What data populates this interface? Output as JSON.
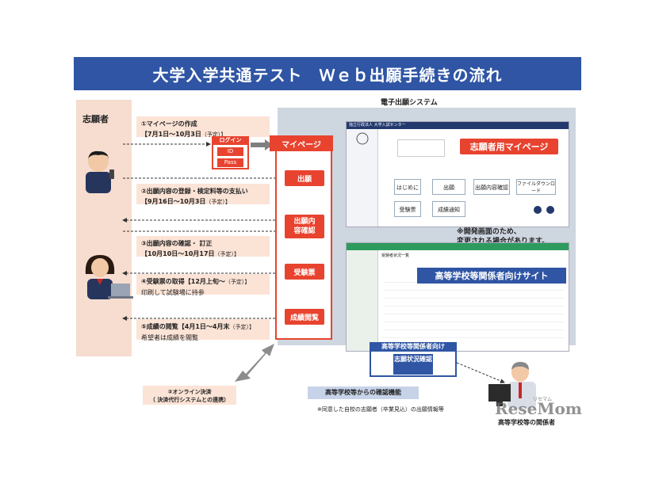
{
  "title": "大学入学共通テスト　Ｗｅｂ出願手続きの流れ",
  "applicant_label": "志願者",
  "system_label": "電子出願システム",
  "steps": [
    {
      "title": "①マイページの作成",
      "period": "【7月1日～10月3日",
      "suffix": "（予定）】"
    },
    {
      "title": "②出願内容の登録・検定料等の支払い",
      "period": "【9月16日～10月3日",
      "suffix": "（予定）】"
    },
    {
      "title": "③出願内容の確認・ 訂正",
      "period": "【10月10日～10月17日",
      "suffix": "（予定）】"
    },
    {
      "title": "④受験票の取得【12月上旬～",
      "period": "印刷して試験場に持参",
      "suffix": "（予定）】"
    },
    {
      "title": "⑤成績の閲覧【4月1日～4月末",
      "period": "希望者は成績を閲覧",
      "suffix": "（予定）】"
    }
  ],
  "login": {
    "head": "ログイン",
    "id": "ID",
    "pass": "Pass"
  },
  "mypage": {
    "head": "マイページ",
    "buttons": [
      "出願",
      "出願内容確認",
      "受験票",
      "成績閲覧"
    ]
  },
  "screen1": {
    "banner": "志願者用マイページ",
    "header_text": "独立行政法人 大学入試センター",
    "tiles": [
      "はじめに",
      "出願",
      "出願内容確認",
      "ファイルダウンロード",
      "受験票",
      "成績通知"
    ]
  },
  "dev_note": [
    "※開発画面のため、",
    "変更される場合があります。"
  ],
  "screen2": {
    "banner": "高等学校等関係者向けサイト",
    "list_title": "受験者状況一覧"
  },
  "hs_box": {
    "head": "高等学校等関係者向け",
    "button": "志願状況確認"
  },
  "online_payment": {
    "line1": "②オンライン決済",
    "line2": "（ 決済代行システムとの連携）"
  },
  "hs_function": {
    "label": "高等学校等からの確認機能",
    "note": "※同意した自校の志願者（卒業見込）の出願情報等"
  },
  "hs_staff_label": "高等学校等の関係者",
  "watermark": "ReseMom",
  "watermark_ruby": "リセマム",
  "colors": {
    "primary_blue": "#2f55a4",
    "accent_red": "#e8432f",
    "peach": "#fbe3d6",
    "frame_gray": "#ced6e0"
  }
}
